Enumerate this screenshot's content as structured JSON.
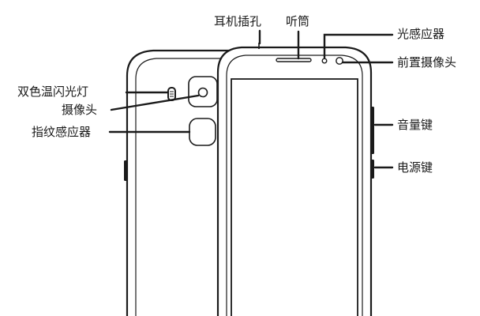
{
  "labels": {
    "headphone_jack": "耳机插孔",
    "earpiece": "听筒",
    "light_sensor": "光感应器",
    "front_camera": "前置摄像头",
    "flash": "双色温闪光灯",
    "rear_camera": "摄像头",
    "fingerprint_sensor": "指纹感应器",
    "volume_key": "音量键",
    "power_key": "电源键"
  }
}
